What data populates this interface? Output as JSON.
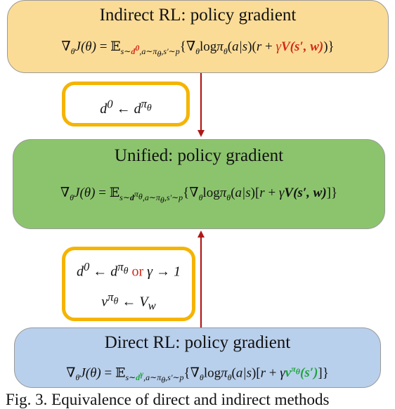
{
  "colors": {
    "indirect_fill": "#fbdc97",
    "unified_fill": "#8cc46d",
    "direct_fill": "#b9d0ec",
    "condition_border": "#f5b400",
    "arrow": "#b01818",
    "red_highlight": "#d12a1a",
    "green_highlight": "#1ea53a"
  },
  "indirect": {
    "title": "Indirect RL: policy gradient"
  },
  "unified": {
    "title": "Unified: policy gradient"
  },
  "direct": {
    "title": "Direct RL: policy gradient"
  },
  "conditions": {
    "top": "d⁰ ← d^πθ",
    "bottom_line1_left": "d⁰ ← d^πθ",
    "bottom_or": "or",
    "bottom_line1_right": "γ → 1",
    "bottom_line2": "v^πθ ← V_w"
  },
  "caption": "Fig. 3. Equivalence of direct and indirect methods"
}
